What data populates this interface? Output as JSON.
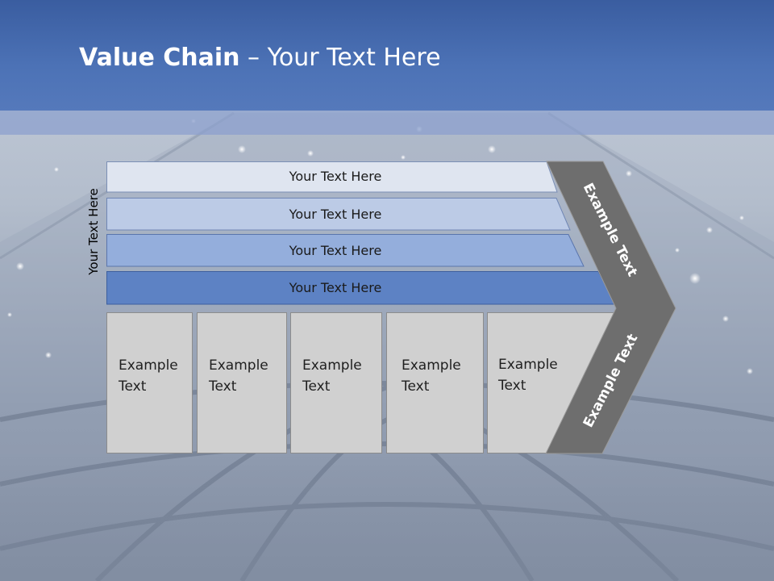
{
  "title": {
    "bold": "Value Chain",
    "rest": " – Your Text Here"
  },
  "side_label": "Your Text Here",
  "bars": [
    {
      "label": "Your Text Here",
      "fill": "#dfe5f0",
      "stroke": "#7b8fb5"
    },
    {
      "label": "Your Text Here",
      "fill": "#bccbe6",
      "stroke": "#6f86b4"
    },
    {
      "label": "Your Text Here",
      "fill": "#94aedc",
      "stroke": "#5a75ad"
    },
    {
      "label": "Your Text Here",
      "fill": "#5d82c4",
      "stroke": "#3d5f9f"
    }
  ],
  "boxes": [
    {
      "line1": "Example",
      "line2": "Text"
    },
    {
      "line1": "Example",
      "line2": "Text"
    },
    {
      "line1": "Example",
      "line2": "Text"
    },
    {
      "line1": "Example",
      "line2": "Text"
    },
    {
      "line1": "Example",
      "line2": "Text"
    }
  ],
  "chevron": {
    "upper_label": "Example Text",
    "lower_label": "Example Text",
    "fill": "#6e6e6e"
  },
  "colors": {
    "header": "#4a6fb3",
    "box_fill": "#d0d0d0"
  }
}
